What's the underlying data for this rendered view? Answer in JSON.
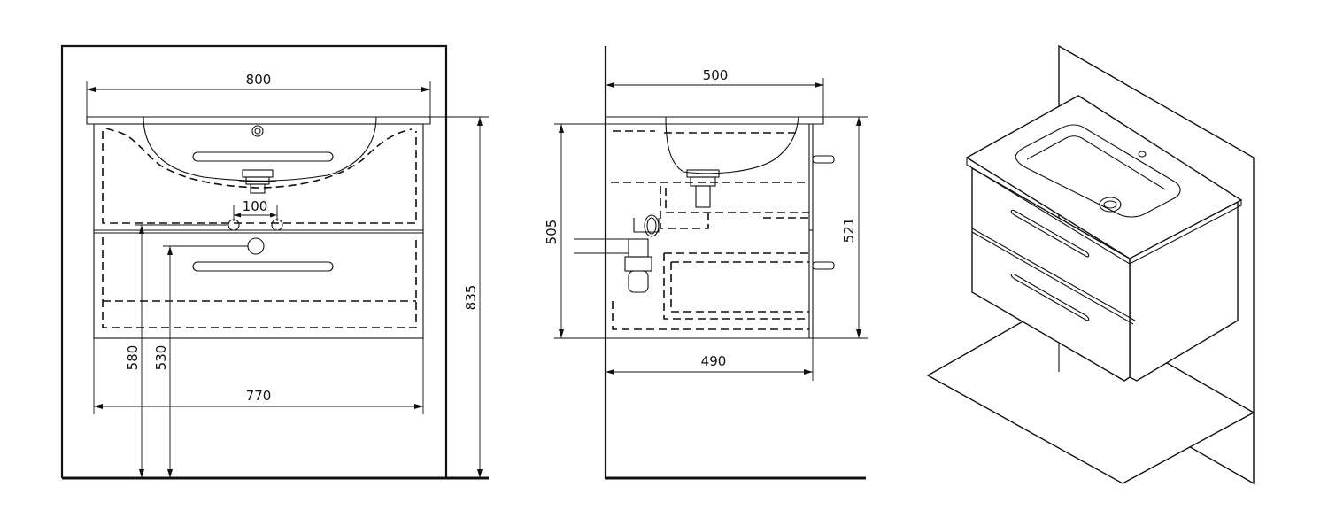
{
  "front_view": {
    "dim_width_top": "800",
    "dim_width_bottom": "770",
    "dim_hole_spacing": "100",
    "dim_height_580": "580",
    "dim_height_530": "530",
    "dim_height_835": "835"
  },
  "side_view": {
    "dim_depth_top": "500",
    "dim_depth_bottom": "490",
    "dim_height_505": "505",
    "dim_height_521": "521"
  },
  "iso_view": {}
}
